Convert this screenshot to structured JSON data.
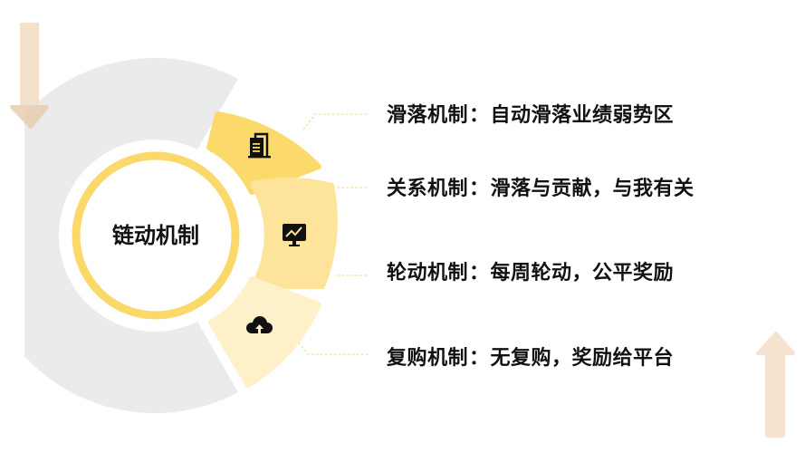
{
  "diagram": {
    "center_title": "链动机制",
    "colors": {
      "grey_ring": "#ebebeb",
      "inner_ring": "#fad96a",
      "segment_1": "#fcd96b",
      "segment_2": "#fde49a",
      "segment_3": "#fef0c8",
      "connector": "#f5dd9a",
      "arrow": "#f6e4d0",
      "text": "#111111"
    },
    "segments": [
      {
        "icon": "building-icon",
        "label": "滑落机制",
        "separator": "：",
        "description": "自动滑落业绩弱势区"
      },
      {
        "icon": "monitor-chart-icon",
        "label": "关系机制",
        "separator": "：",
        "description": "滑落与贡献，与我有关"
      },
      {
        "icon": "cloud-upload-icon",
        "label": "轮动机制",
        "separator": "：",
        "description": "每周轮动，公平奖励"
      },
      {
        "icon": "",
        "label": "复购机制",
        "separator": "：",
        "description": "无复购，奖励给平台"
      }
    ],
    "decorations": {
      "top_left_arrow": "arrow-down-icon",
      "bottom_right_arrow": "arrow-up-icon"
    }
  }
}
